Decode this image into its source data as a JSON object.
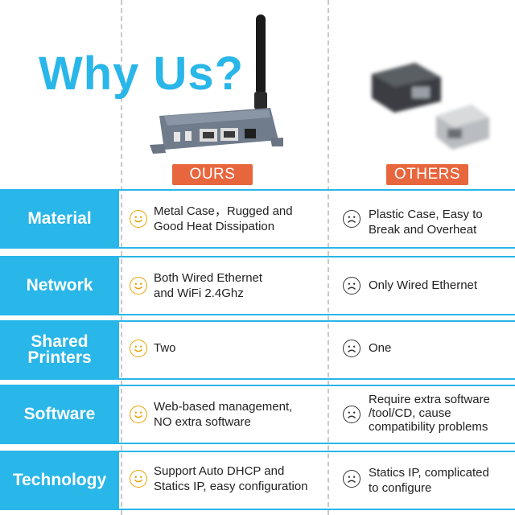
{
  "title": "Why Us?",
  "columns": {
    "ours": "OURS",
    "others": "OTHERS"
  },
  "colors": {
    "accent": "#29b6e8",
    "badge": "#e8663e",
    "smile": "#e8a200",
    "sad": "#333333"
  },
  "rows": [
    {
      "label_lines": [
        "Material"
      ],
      "ours_lines": [
        "Metal Case，Rugged and",
        "Good Heat Dissipation"
      ],
      "others_lines": [
        "Plastic Case, Easy to",
        "Break and Overheat"
      ]
    },
    {
      "label_lines": [
        "Network"
      ],
      "ours_lines": [
        "Both Wired Ethernet",
        "and WiFi 2.4Ghz"
      ],
      "others_lines": [
        "Only Wired Ethernet"
      ]
    },
    {
      "label_lines": [
        "Shared",
        "Printers"
      ],
      "ours_lines": [
        "Two"
      ],
      "others_lines": [
        "One"
      ]
    },
    {
      "label_lines": [
        "Software"
      ],
      "ours_lines": [
        "Web-based management,",
        "NO extra software"
      ],
      "others_lines": [
        "Require extra software",
        "/tool/CD, cause",
        "compatibility problems"
      ]
    },
    {
      "label_lines": [
        "Technology"
      ],
      "ours_lines": [
        "Support Auto DHCP and",
        "Statics IP, easy configuration"
      ],
      "others_lines": [
        "Statics IP, complicated",
        "to configure"
      ]
    }
  ],
  "icons": {
    "ours": "smiley-face-icon",
    "others": "sad-face-icon"
  }
}
